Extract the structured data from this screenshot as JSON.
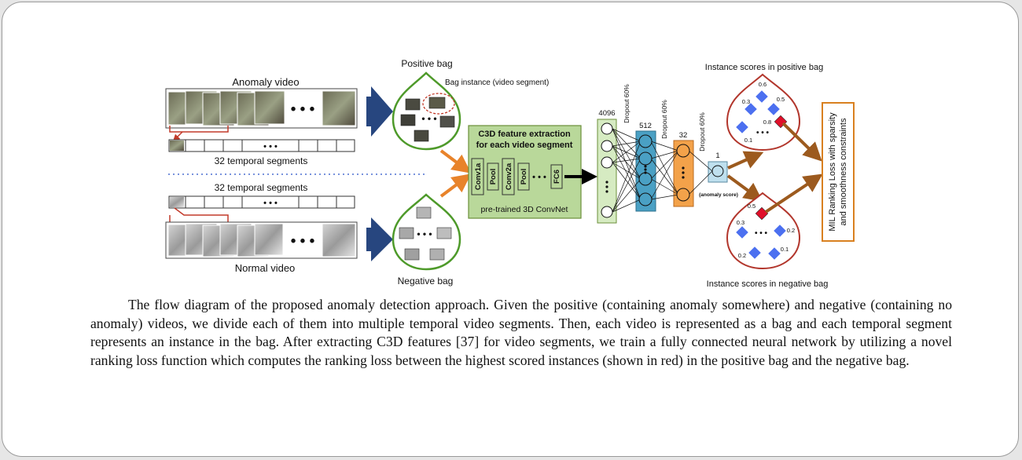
{
  "diagram": {
    "anomaly_video_label": "Anomaly video",
    "normal_video_label": "Normal video",
    "temporal_segments_top": "32  temporal segments",
    "temporal_segments_bottom": "32  temporal segments",
    "positive_bag_label": "Positive bag",
    "negative_bag_label": "Negative bag",
    "bag_instance_label": "Bag instance (video segment)",
    "ellipsis": "• • •",
    "c3d_title_line1": "C3D feature extraction",
    "c3d_title_line2": "for each video segment",
    "c3d_layers": [
      "Conv1a",
      "Pool",
      "Conv2a",
      "Pool",
      "FC6"
    ],
    "c3d_subtitle": "pre-trained 3D ConvNet",
    "layer_sizes": [
      "4096",
      "512",
      "32",
      "1"
    ],
    "dropouts": [
      "Dropout 60%",
      "Dropout 60%",
      "Dropout 60%"
    ],
    "anomaly_score_label": "(anomaly score)",
    "instance_scores_positive_label": "Instance scores in positive bag",
    "instance_scores_negative_label": "Instance scores in negative bag",
    "positive_scores": [
      "0.6",
      "0.3",
      "0.5",
      "0.8",
      "0.1"
    ],
    "negative_scores": [
      "0.5",
      "0.3",
      "0.2",
      "0.2",
      "0.1"
    ],
    "mil_loss_line1": "MIL Ranking Loss with sparsity",
    "mil_loss_line2": "and smoothness constraints",
    "colors": {
      "bag_border": "#4e9a2a",
      "c3d_fill": "#b9d89a",
      "layer_4096_fill": "#d6ebc2",
      "layer_512_fill": "#4aa0c4",
      "layer_32_fill": "#f3a24a",
      "output_fill": "#bfe0ee",
      "score_bag_border": "#b2362c",
      "arrow_brown": "#9c5a1e",
      "arrow_orange": "#e8832a",
      "video_arrow": "#27467f",
      "diamond_blue": "#4c70f0",
      "diamond_red": "#e0102a",
      "mil_border": "#d98020"
    }
  },
  "caption": "The flow diagram of the proposed anomaly detection approach. Given the positive (containing anomaly somewhere) and negative (containing no anomaly) videos, we divide each of them into multiple temporal video segments. Then, each video is represented as a bag and each temporal segment represents an instance in the bag. After extracting C3D features [37] for video segments, we train a fully connected neural network by utilizing a novel ranking loss function which computes the ranking loss between the highest scored instances (shown in red) in the positive bag and the negative bag."
}
